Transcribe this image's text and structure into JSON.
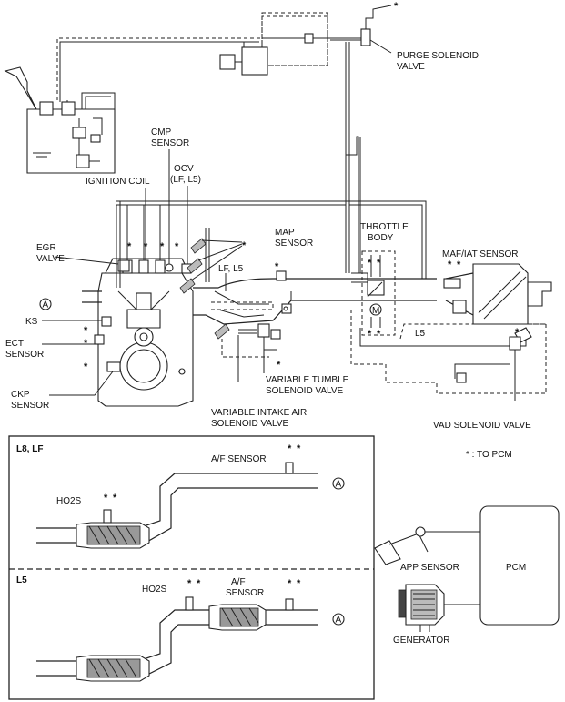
{
  "labels": {
    "purge_solenoid_valve": [
      "PURGE SOLENOID",
      "VALVE"
    ],
    "cmp_sensor": [
      "CMP",
      "SENSOR"
    ],
    "ignition_coil": "IGNITION COIL",
    "ocv": [
      "OCV",
      "(LF, L5)"
    ],
    "egr_valve": [
      "EGR",
      "VALVE"
    ],
    "map_sensor": [
      "MAP",
      "SENSOR"
    ],
    "throttle_body": [
      "THROTTLE",
      "BODY"
    ],
    "maf_iat_sensor": "MAF/IAT SENSOR",
    "lf_l5": "LF, L5",
    "l5_top": "L5",
    "ks": "KS",
    "ect_sensor": [
      "ECT",
      "SENSOR"
    ],
    "ckp_sensor": [
      "CKP",
      "SENSOR"
    ],
    "variable_tumble": [
      "VARIABLE TUMBLE",
      "SOLENOID VALVE"
    ],
    "variable_intake": [
      "VARIABLE INTAKE AIR",
      "SOLENOID VALVE"
    ],
    "vad_solenoid_valve": "VAD SOLENOID VALVE",
    "to_pcm": "* : TO PCM",
    "l8_lf": "L8, LF",
    "af_sensor_1": "A/F SENSOR",
    "ho2s_1": "HO2S",
    "l5_box": "L5",
    "ho2s_2": "HO2S",
    "af_sensor_2": [
      "A/F",
      "SENSOR"
    ],
    "app_sensor": "APP SENSOR",
    "pcm": "PCM",
    "generator": "GENERATOR",
    "circle_a": "A",
    "asterisk": "*",
    "motor_m": "M"
  }
}
